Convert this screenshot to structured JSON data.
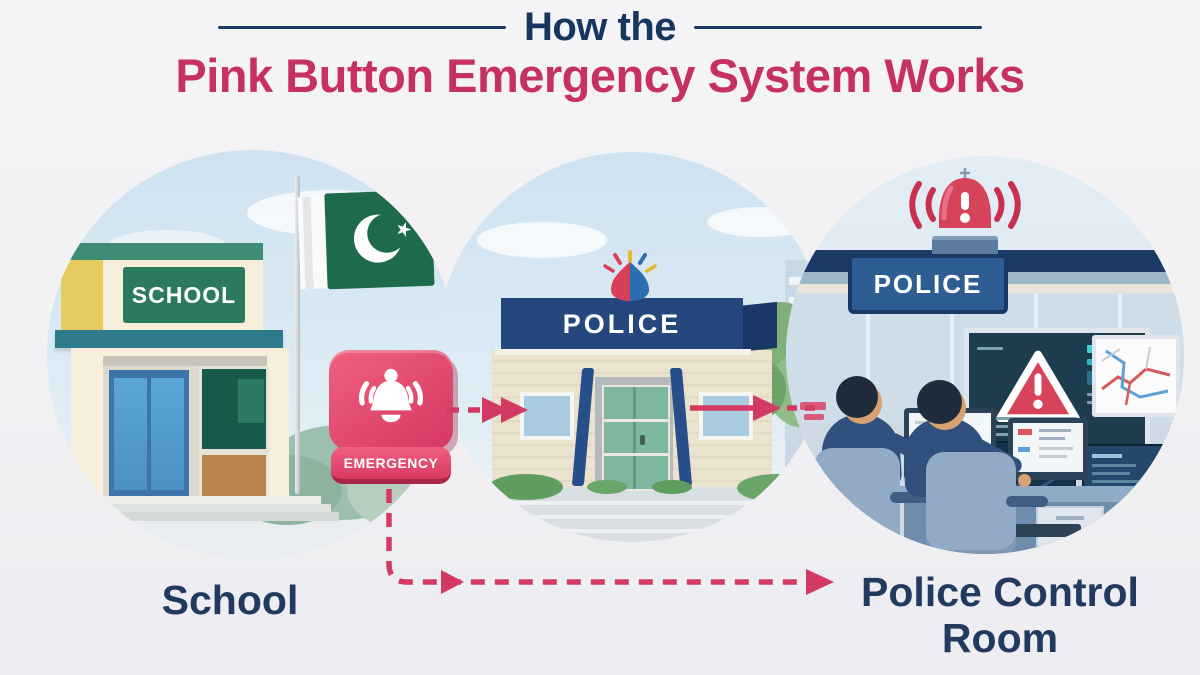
{
  "title": {
    "prefix": "How the",
    "main": "Pink Button Emergency System Works"
  },
  "emergency": {
    "label": "EMERGENCY"
  },
  "scenes": {
    "school": {
      "sign": "SCHOOL",
      "caption": "School"
    },
    "police_station": {
      "sign": "POLICE"
    },
    "control_room": {
      "sign": "POLICE",
      "caption": "Police Control Room"
    }
  },
  "icons": {
    "emergency_bell": "bell-with-sound-waves",
    "station_siren": "red-blue-siren-light",
    "control_alarm": "red-alarm-bell",
    "alert_screen": "warning-triangle",
    "flag": "pakistan-flag"
  },
  "colors": {
    "accent_pink": "#d23a63",
    "title_pink": "#c73160",
    "navy": "#1b3a66",
    "button_pink": "#e84a6e",
    "alert_red": "#d8435c",
    "flag_green": "#1e6b4b"
  }
}
